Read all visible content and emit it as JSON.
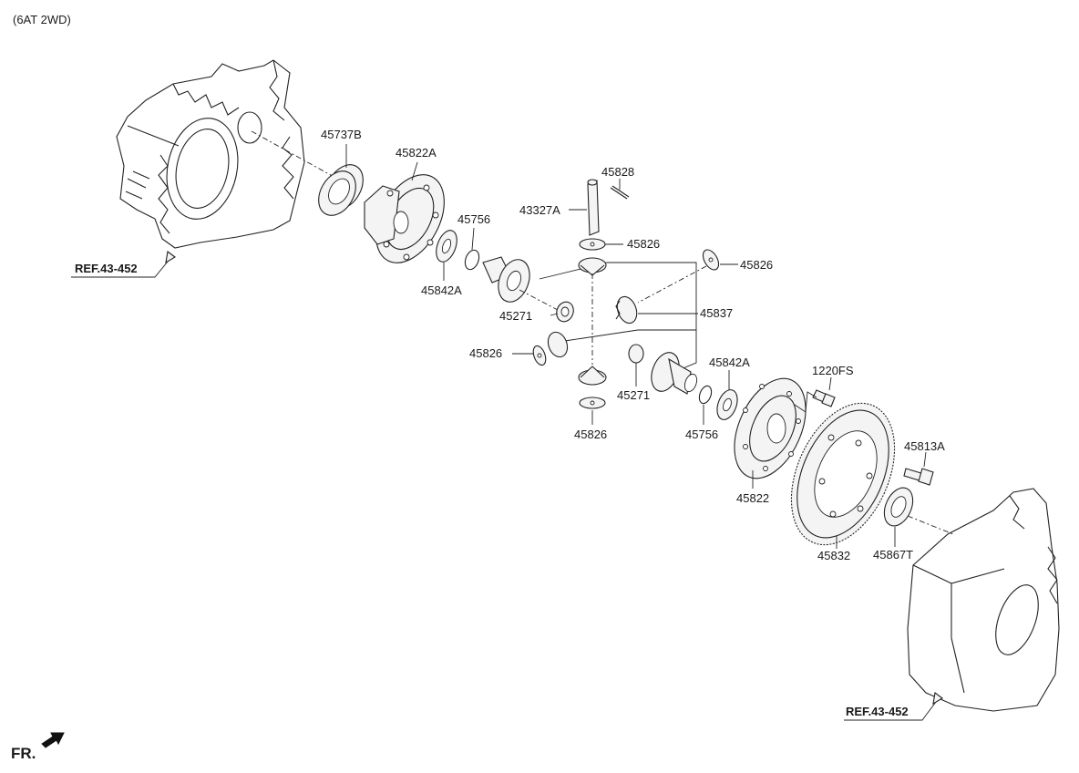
{
  "diagram_title": "(6AT 2WD)",
  "front_marker": "FR.",
  "references": {
    "left_housing": "REF.43-452",
    "right_housing": "REF.43-452"
  },
  "part_labels": {
    "p45737B": "45737B",
    "p45822A": "45822A",
    "p45828": "45828",
    "p43327A": "43327A",
    "p45756_top": "45756",
    "p45826_a": "45826",
    "p45826_b": "45826",
    "p45842A_left": "45842A",
    "p45271_left": "45271",
    "p45837": "45837",
    "p45826_c": "45826",
    "p45842A_right": "45842A",
    "p1220FS": "1220FS",
    "p45271_right": "45271",
    "p45826_d": "45826",
    "p45756_bottom": "45756",
    "p45813A": "45813A",
    "p45822": "45822",
    "p45832": "45832",
    "p45867T": "45867T"
  }
}
